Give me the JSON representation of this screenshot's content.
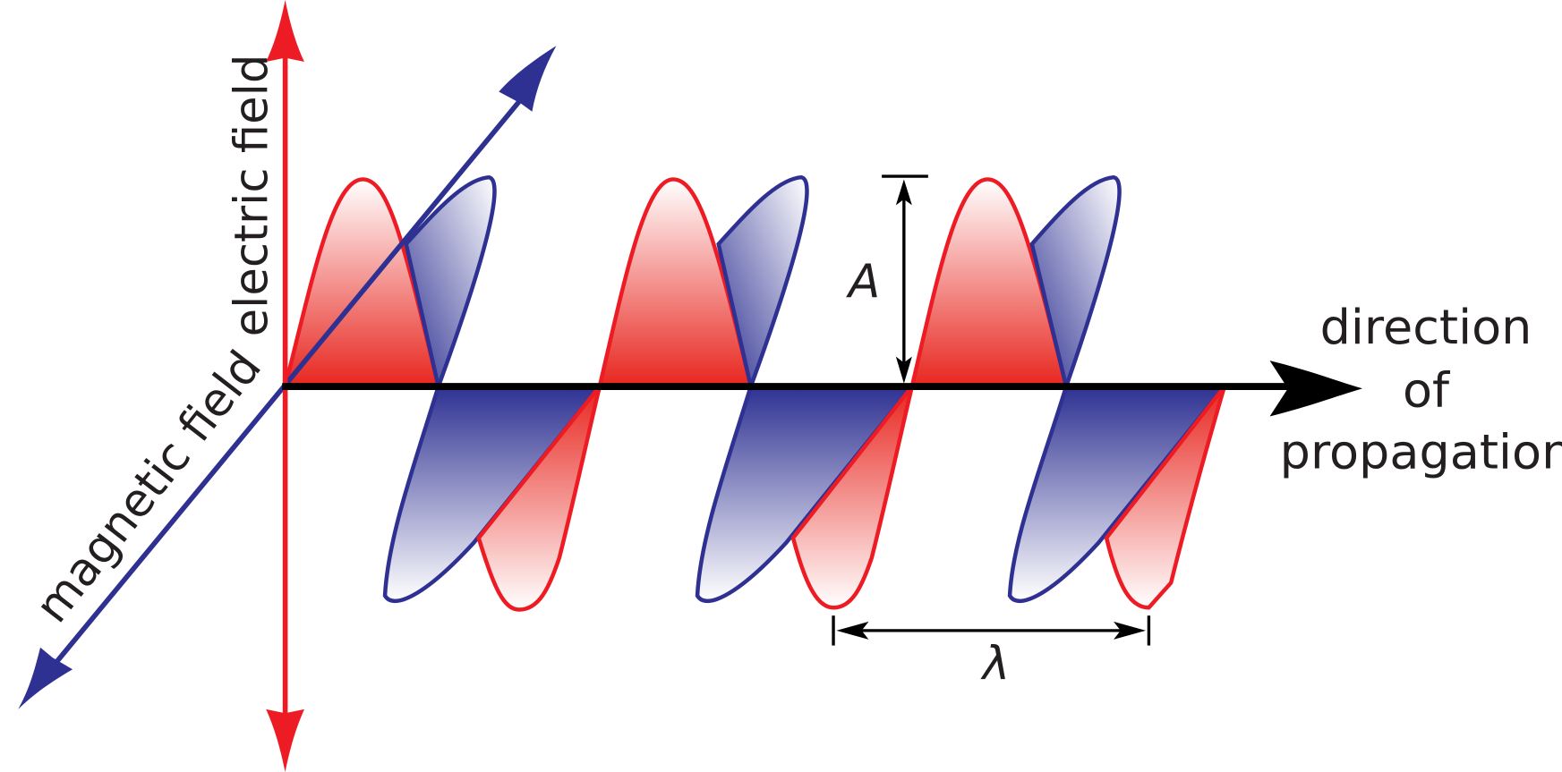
{
  "labels": {
    "electric_field": "electric field",
    "magnetic_field": "magnetic field",
    "direction_line1": "direction",
    "direction_line2": "of",
    "direction_line3": "propagation",
    "amplitude": "A",
    "wavelength": "λ"
  },
  "colors": {
    "electric": "#ed1c24",
    "magnetic": "#2e3192",
    "magnetic_edge": "#29abe2",
    "axis": "#000000"
  }
}
